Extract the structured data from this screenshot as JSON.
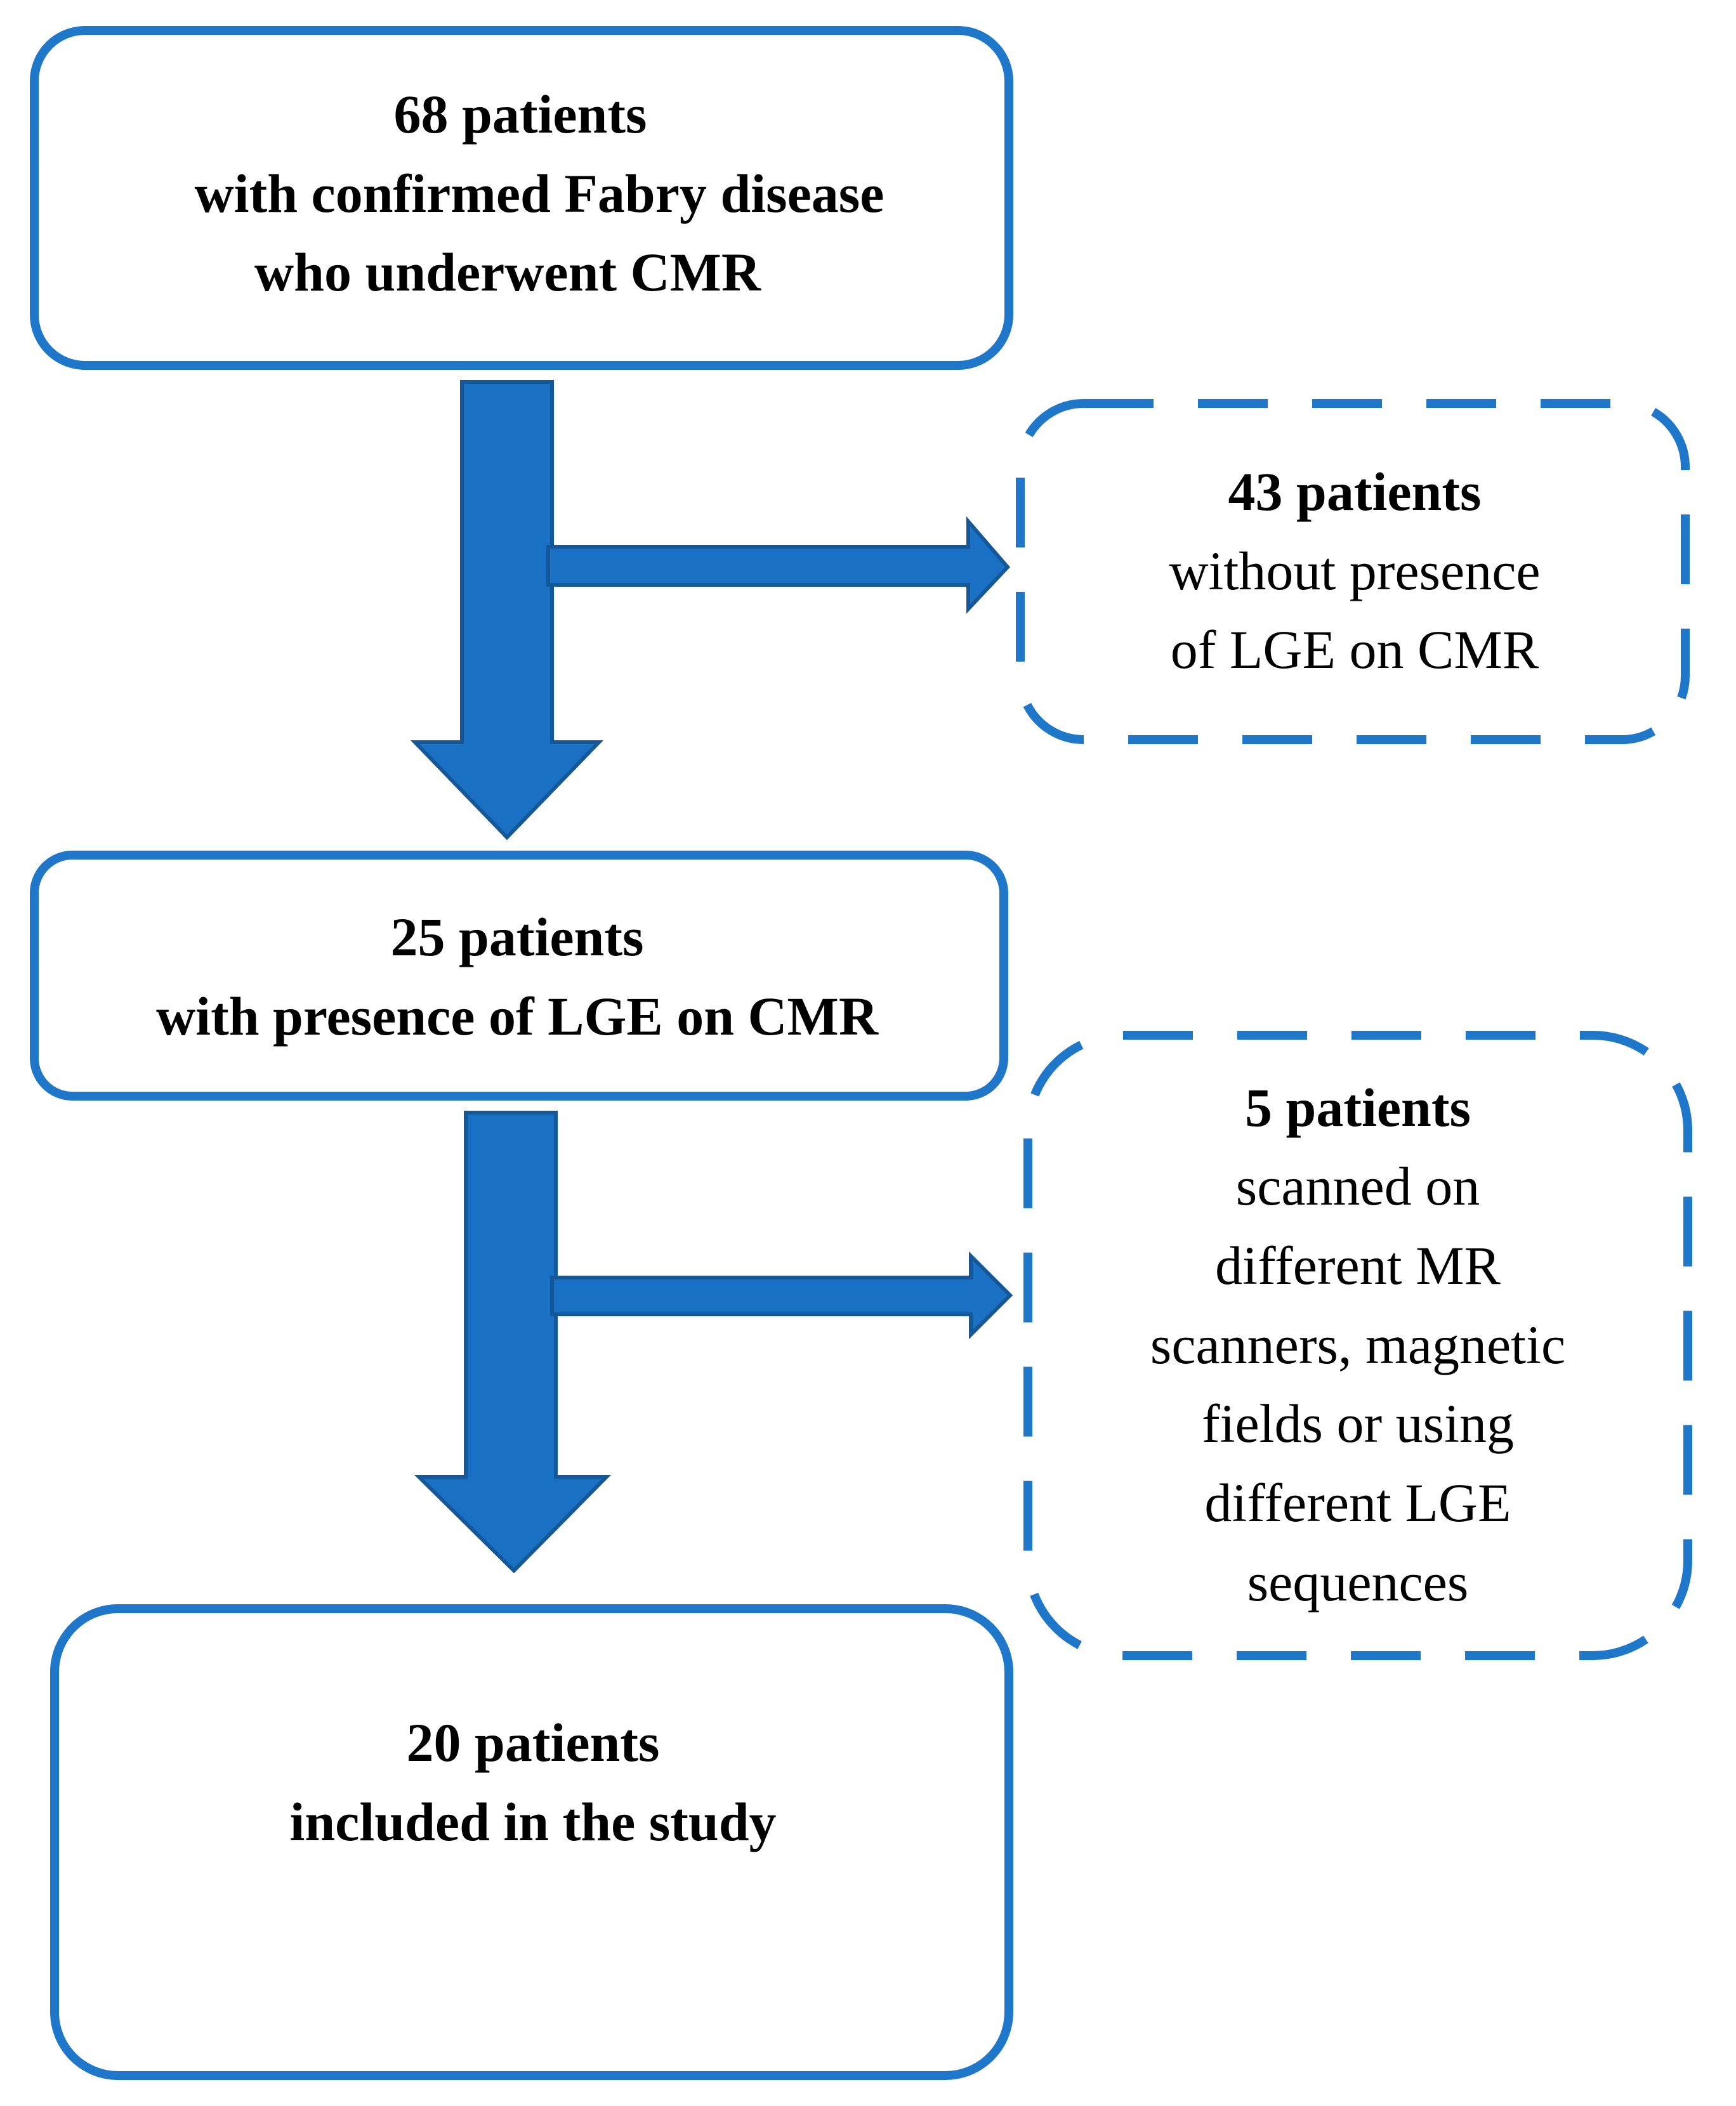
{
  "colors": {
    "box_stroke": "#1f77c9",
    "arrow_fill": "#1a70c2",
    "arrow_edge": "#15589a",
    "background": "#ffffff",
    "text": "#000000"
  },
  "flowchart": {
    "box1": {
      "count": "68 patients",
      "line2": "with confirmed Fabry disease",
      "line3": "who underwent CMR"
    },
    "exclusion1": {
      "count": "43 patients",
      "line2": "without presence",
      "line3": "of LGE on CMR"
    },
    "box2": {
      "count": "25 patients",
      "line2": "with presence of LGE on CMR"
    },
    "exclusion2": {
      "count": "5 patients",
      "line2": "scanned on",
      "line3": "different MR",
      "line4": "scanners, magnetic",
      "line5": "fields or using",
      "line6": "different LGE",
      "line7": "sequences"
    },
    "box3": {
      "count": "20 patients",
      "line2": "included in the study"
    }
  }
}
